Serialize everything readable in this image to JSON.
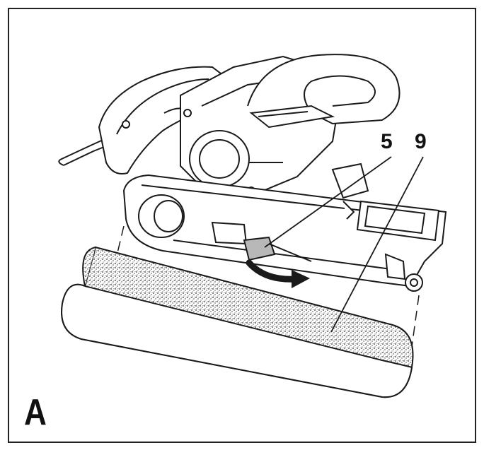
{
  "figure": {
    "letter": "A",
    "callouts": [
      {
        "id": "5",
        "label": "5"
      },
      {
        "id": "9",
        "label": "9"
      }
    ],
    "colors": {
      "line": "#1a1a1a",
      "paper": "#ffffff",
      "lever": "#b8b8b8",
      "grit": "#3a3a3a"
    },
    "icons": [
      "belt-sander-illustration",
      "sanding-belt",
      "tension-lever",
      "rotation-arrow"
    ]
  }
}
